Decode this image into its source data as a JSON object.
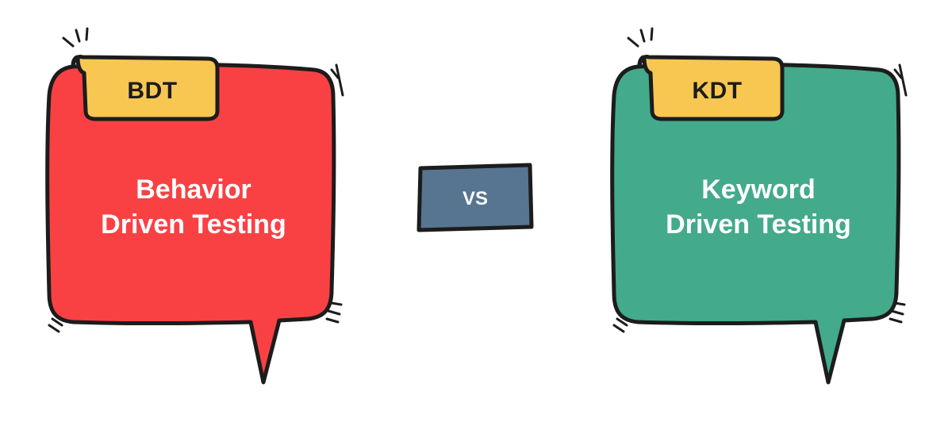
{
  "left": {
    "tag": "BDT",
    "line1": "Behavior",
    "line2": "Driven Testing",
    "color": "#f94144",
    "tag_color": "#f8c752"
  },
  "vs": {
    "label": "VS",
    "color": "#577590"
  },
  "right": {
    "tag": "KDT",
    "line1": "Keyword",
    "line2": "Driven Testing",
    "color": "#43aa8b",
    "tag_color": "#f8c752"
  },
  "outline_color": "#1c1c1c"
}
